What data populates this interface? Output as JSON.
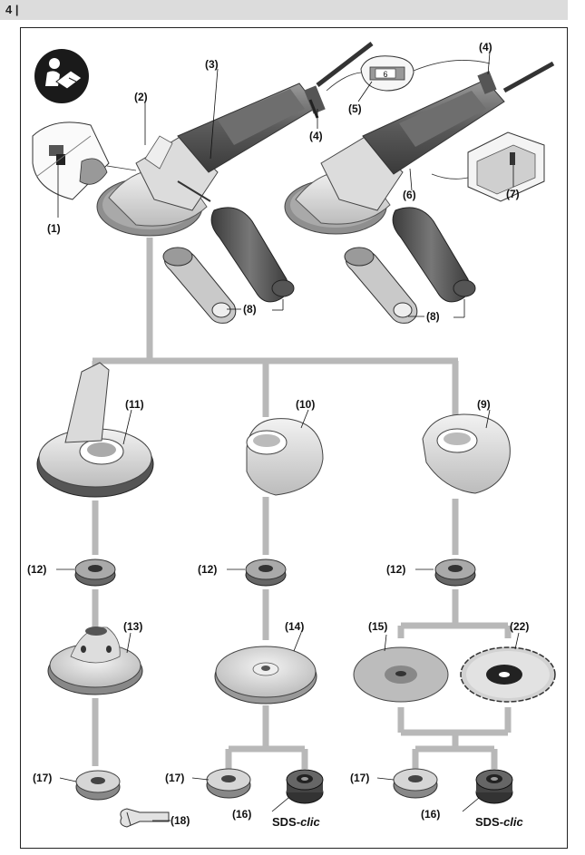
{
  "page": {
    "number": "4 |"
  },
  "labels": {
    "l1": "(1)",
    "l2": "(2)",
    "l3": "(3)",
    "l4a": "(4)",
    "l4b": "(4)",
    "l5": "(5)",
    "l6": "(6)",
    "l7": "(7)",
    "l8a": "(8)",
    "l8b": "(8)",
    "l9": "(9)",
    "l10": "(10)",
    "l11": "(11)",
    "l12a": "(12)",
    "l12b": "(12)",
    "l12c": "(12)",
    "l13": "(13)",
    "l14": "(14)",
    "l15": "(15)",
    "l22": "(22)",
    "l17a": "(17)",
    "l17b": "(17)",
    "l17c": "(17)",
    "l16a": "(16)",
    "l16b": "(16)",
    "l18": "(18)"
  },
  "dial_value": "6",
  "sds_prefix": "SDS-",
  "sds_suffix": "clic",
  "colors": {
    "housing_dark": "#4a4a4a",
    "housing_mid": "#8a8a8a",
    "bosch_red_grey": "#6e6e6e",
    "connector": "#b5b5b5",
    "guard": "#d9d9d9"
  },
  "icons": [
    "read-manual-icon"
  ]
}
